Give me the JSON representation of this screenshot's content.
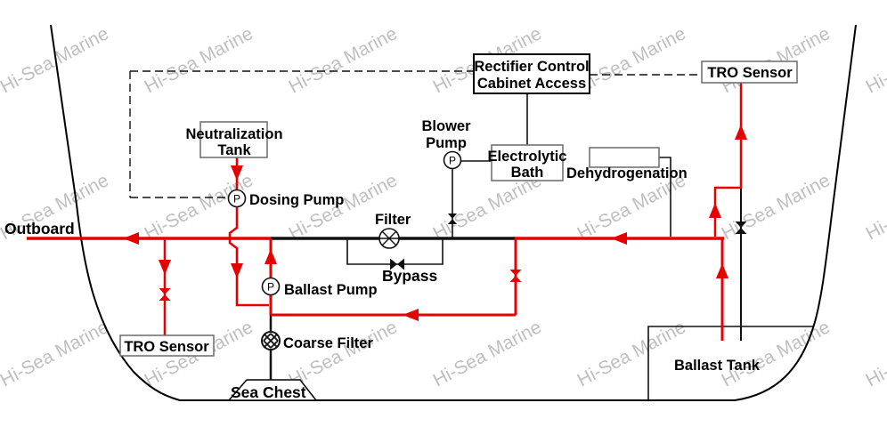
{
  "watermark": {
    "text": "Hi-Sea Marine",
    "color": "#b5b5b5"
  },
  "symbols": {
    "pump_letter": "P"
  },
  "colors": {
    "pipe_black": "#111111",
    "flow_red": "#e60000",
    "box_border": "#6a6a6a"
  },
  "labels": {
    "outboard": "Outboard",
    "rectifier_cabinet": [
      "Rectifier Control",
      "Cabinet Access"
    ],
    "tro_sensor_top": "TRO Sensor",
    "tro_sensor_left": "TRO Sensor",
    "neutralization_tank": [
      "Neutralization",
      "Tank"
    ],
    "dosing_pump": "Dosing Pump",
    "blower_pump": [
      "Blower",
      "Pump"
    ],
    "electrolytic_bath": [
      "Electrolytic",
      "Bath"
    ],
    "dehydrogenation": "Dehydrogenation",
    "filter": "Filter",
    "bypass": "Bypass",
    "ballast_pump": "Ballast Pump",
    "coarse_filter": "Coarse Filter",
    "sea_chest": "Sea Chest",
    "ballast_tank": "Ballast Tank"
  }
}
